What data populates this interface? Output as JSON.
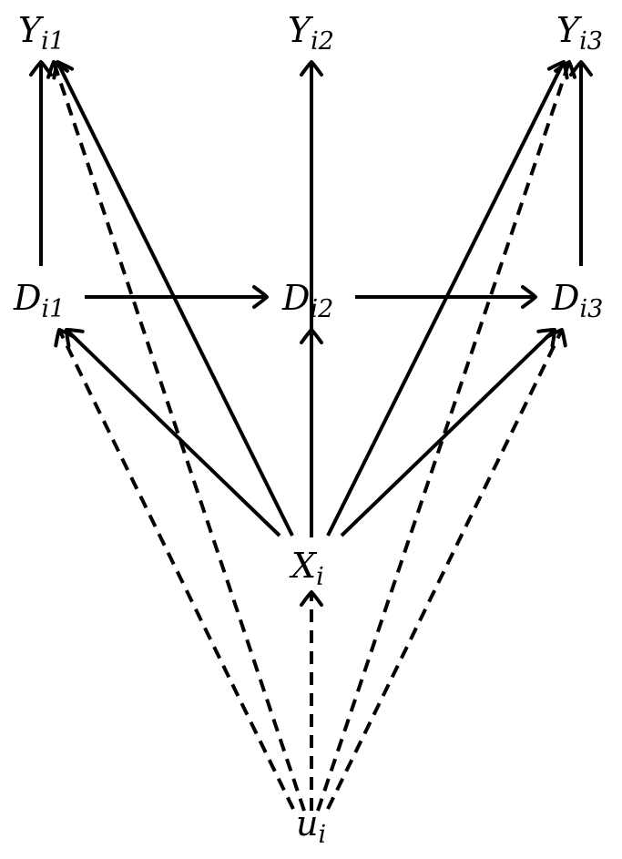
{
  "nodes": {
    "Y1": {
      "main": "Y",
      "sub": "i1"
    },
    "Y2": {
      "main": "Y",
      "sub": "i2"
    },
    "Y3": {
      "main": "Y",
      "sub": "i3"
    },
    "D1": {
      "main": "D",
      "sub": "i1"
    },
    "D2": {
      "main": "D",
      "sub": "i2"
    },
    "D3": {
      "main": "D",
      "sub": "i3"
    },
    "X": {
      "main": "X",
      "sub": "i"
    },
    "U": {
      "main": "u",
      "sub": "i"
    }
  },
  "edges": [
    {
      "from": "D1",
      "to": "Y1",
      "style": "solid"
    },
    {
      "from": "D1",
      "to": "D2",
      "style": "solid"
    },
    {
      "from": "D2",
      "to": "D3",
      "style": "solid"
    },
    {
      "from": "D3",
      "to": "Y3",
      "style": "solid"
    },
    {
      "from": "X",
      "to": "Y1",
      "style": "solid"
    },
    {
      "from": "X",
      "to": "Y2",
      "style": "solid"
    },
    {
      "from": "X",
      "to": "Y3",
      "style": "solid"
    },
    {
      "from": "X",
      "to": "D1",
      "style": "solid"
    },
    {
      "from": "X",
      "to": "D3",
      "style": "solid"
    },
    {
      "from": "X",
      "to": "D2",
      "style": "solid"
    },
    {
      "from": "U",
      "to": "Y1",
      "style": "dashed"
    },
    {
      "from": "U",
      "to": "D1",
      "style": "dashed"
    },
    {
      "from": "U",
      "to": "X",
      "style": "dashed"
    },
    {
      "from": "U",
      "to": "D3",
      "style": "dashed"
    },
    {
      "from": "U",
      "to": "Y3",
      "style": "dashed"
    }
  ]
}
